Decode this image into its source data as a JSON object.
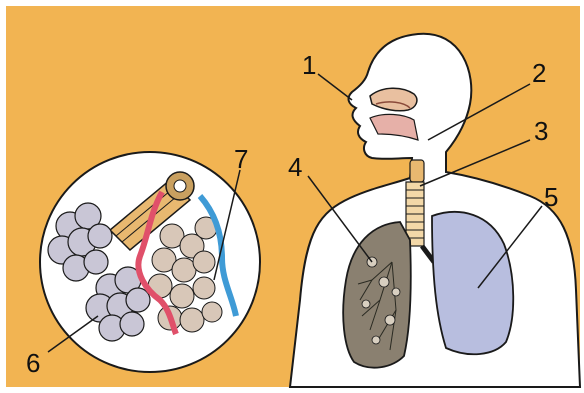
{
  "labels": {
    "l1": "1",
    "l2": "2",
    "l3": "3",
    "l4": "4",
    "l5": "5",
    "l6": "6",
    "l7": "7"
  },
  "colors": {
    "background": "#f2b452",
    "body": "#ffffff",
    "outline": "#1a1a1a",
    "lung_right": "#b8bedf",
    "lung_left": "#8a8070",
    "trachea": "#e8b870",
    "vessel_red": "#e0506a",
    "vessel_blue": "#3f9bd6",
    "alveoli": "#c9c6d6"
  }
}
